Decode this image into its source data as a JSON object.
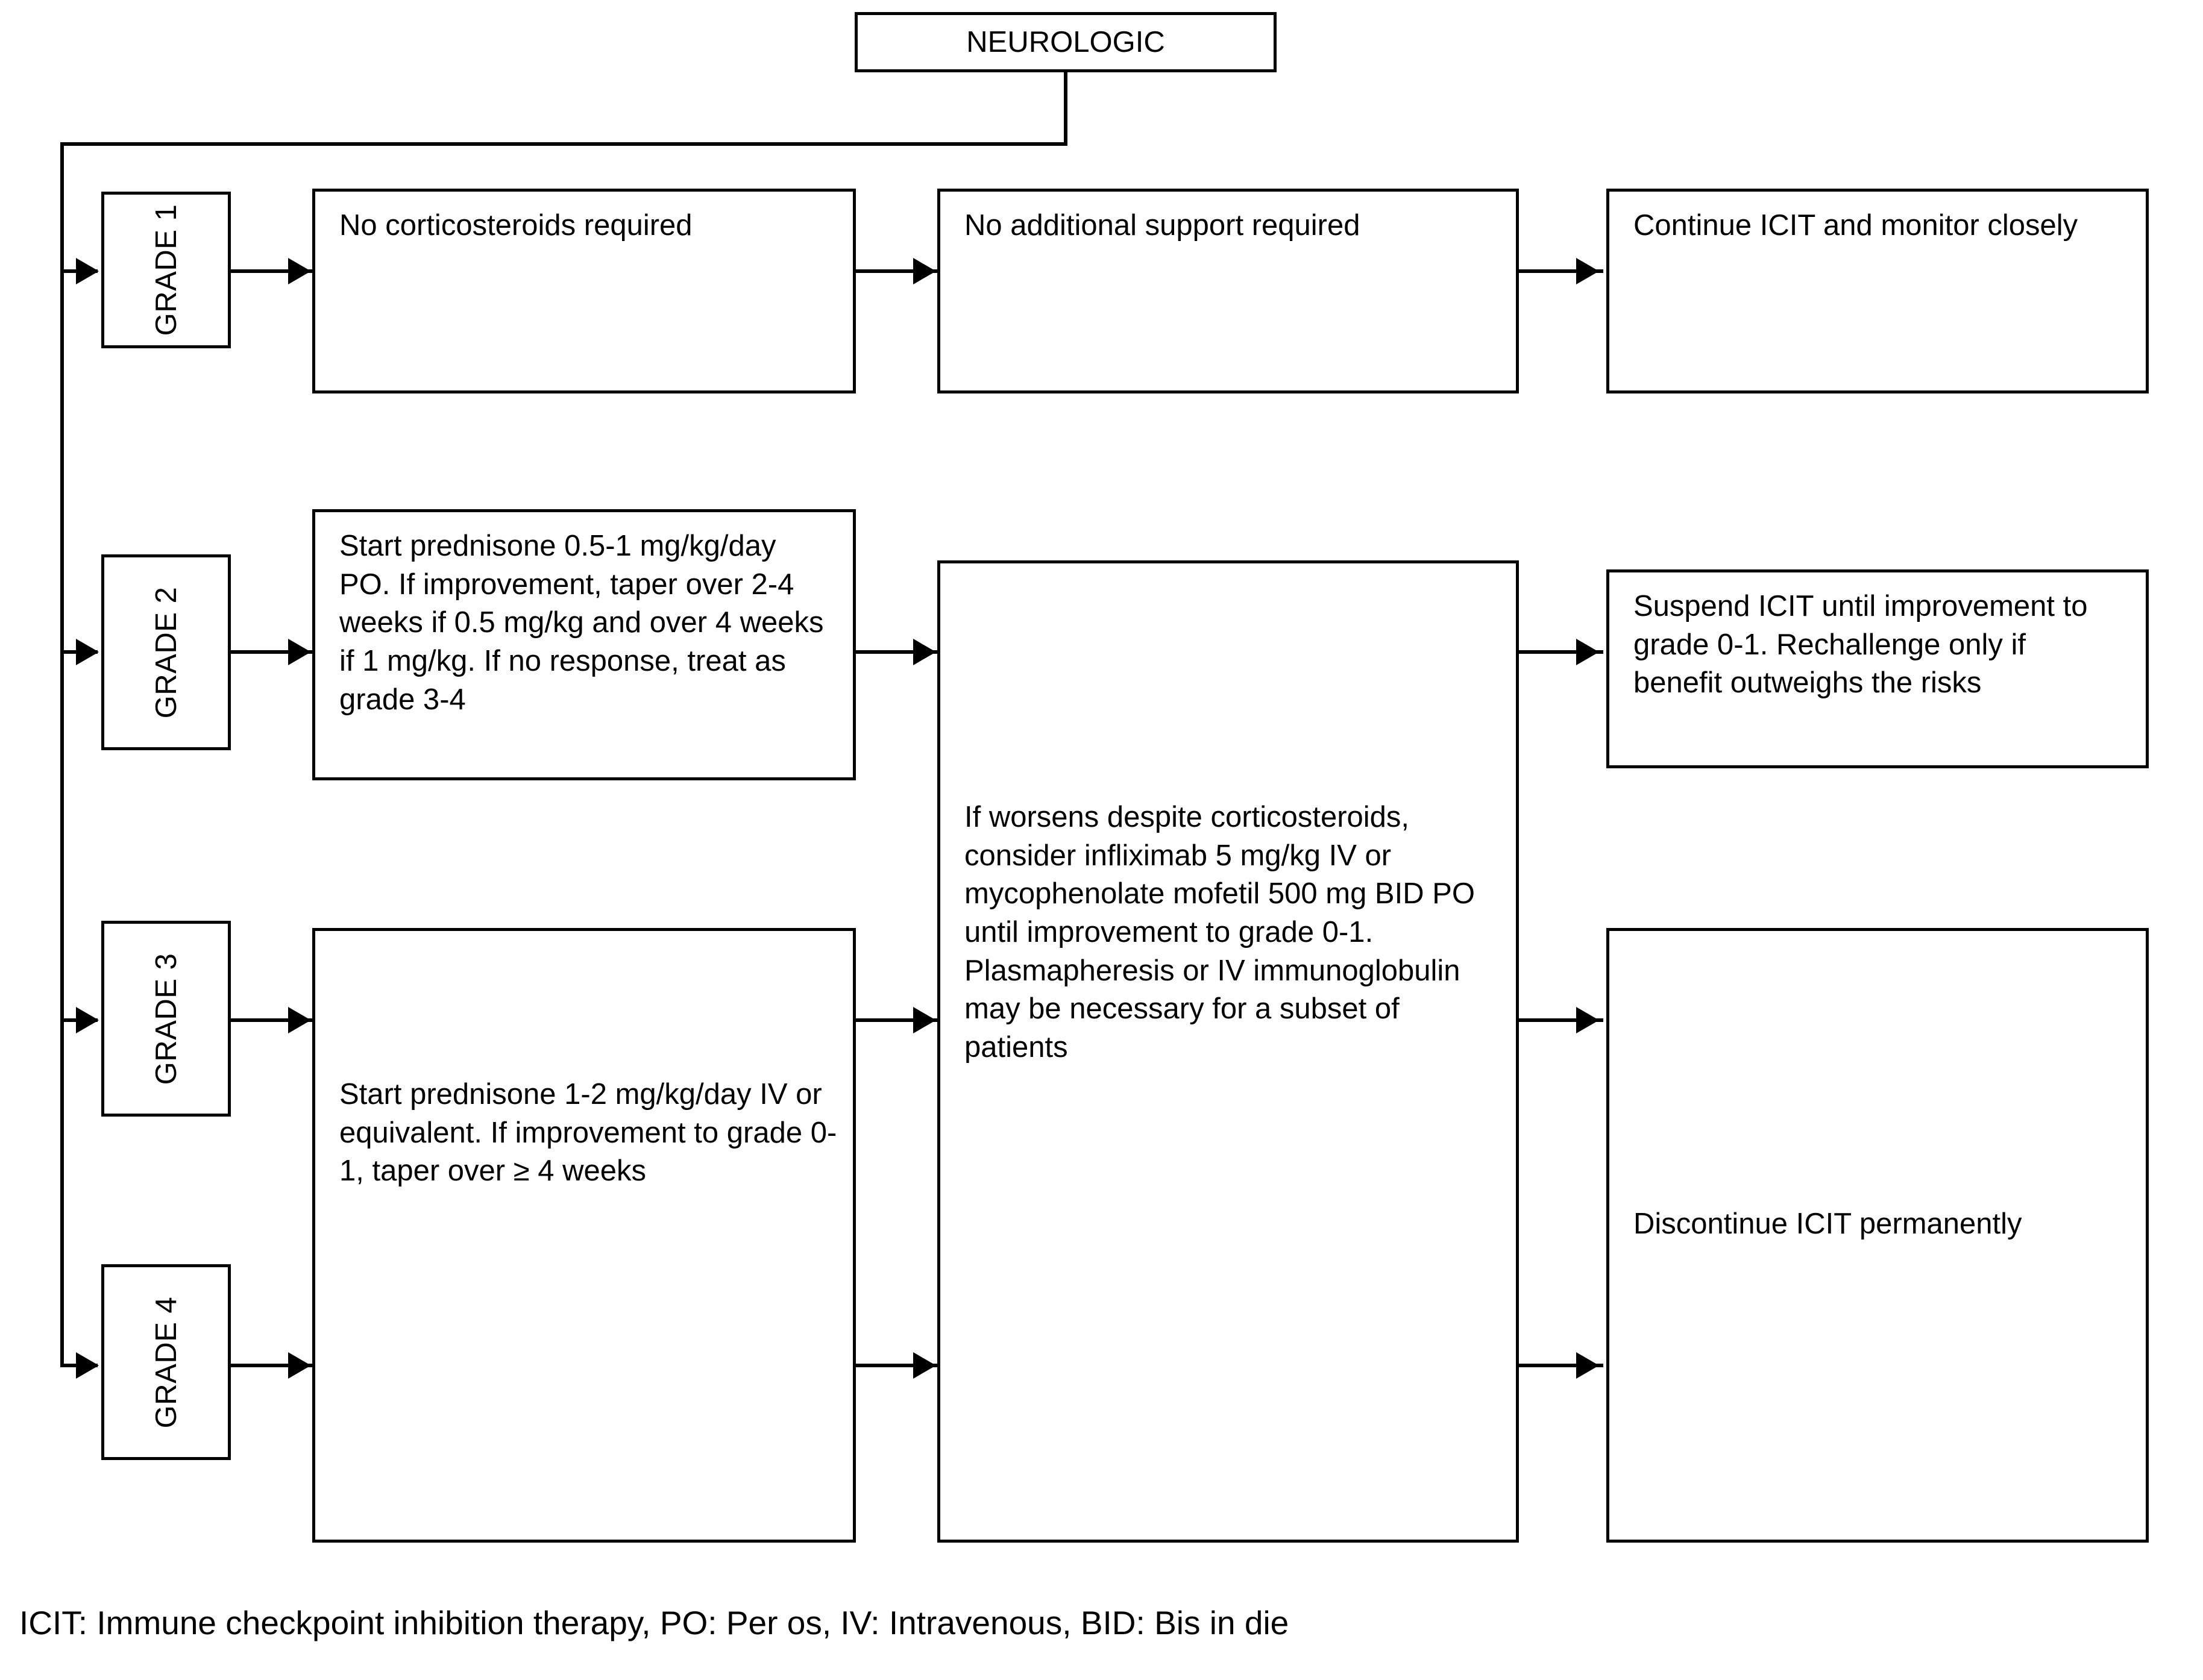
{
  "diagram": {
    "title": "NEUROLOGIC",
    "footnote": "ICIT: Immune checkpoint inhibition therapy, PO: Per os, IV: Intravenous, BID: Bis in die"
  },
  "grades": [
    {
      "label": "GRADE 1"
    },
    {
      "label": "GRADE 2"
    },
    {
      "label": "GRADE 3"
    },
    {
      "label": "GRADE 4"
    }
  ],
  "treatment": {
    "grade1": "No corticosteroids required",
    "grade2": "Start prednisone 0.5-1 mg/kg/day PO. If improvement, taper over 2-4 weeks if 0.5 mg/kg and over 4 weeks if 1 mg/kg. If no response, treat as grade 3-4",
    "grade34": "Start prednisone 1-2 mg/kg/day IV or equivalent. If improvement to grade 0-1, taper over ≥ 4 weeks"
  },
  "escalation": {
    "grade1": "No additional support required",
    "grade234": "If worsens despite corticosteroids, consider infliximab 5 mg/kg IV or mycophenolate mofetil 500 mg BID PO until improvement to grade 0-1. Plasmapheresis or IV immunoglobulin may be necessary for a subset of patients"
  },
  "disposition": {
    "grade1": "Continue ICIT and monitor closely",
    "grade2": "Suspend ICIT until improvement to grade 0-1. Rechallenge only if benefit outweighs the risks",
    "grade34": "Discontinue ICIT permanently"
  },
  "colors": {
    "stroke": "#000000",
    "background": "#ffffff",
    "text": "#000000"
  }
}
